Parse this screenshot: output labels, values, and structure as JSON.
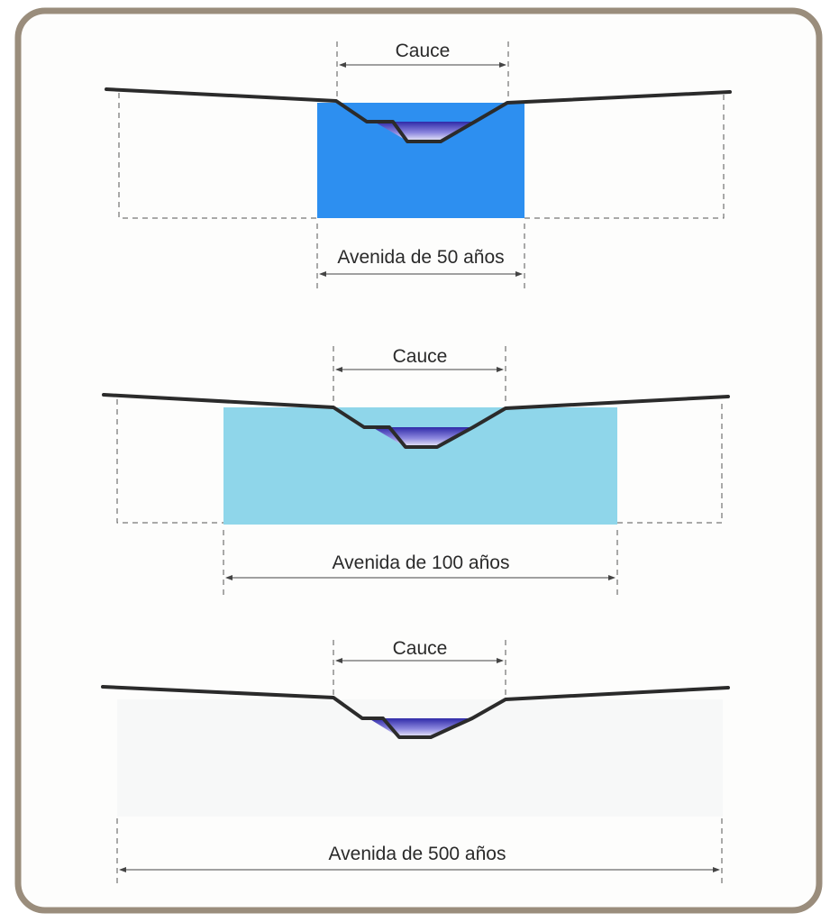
{
  "panels": [
    {
      "channel_label": "Cauce",
      "flood_label": "Avenida de 50 años",
      "flood_color": "#2d8ff0"
    },
    {
      "channel_label": "Cauce",
      "flood_label": "Avenida de 100 años",
      "flood_color": "#8fd6ea"
    },
    {
      "channel_label": "Cauce",
      "flood_label": "Avenida de 500 años",
      "flood_color": "#f7f8f8"
    }
  ],
  "colors": {
    "frame_border": "#9a8d7c",
    "frame_background": "#fdfdfc",
    "ground_line": "#2b2b2b",
    "river_water_dark": "#3a34b0",
    "river_water_light": "#e8ecfb"
  }
}
